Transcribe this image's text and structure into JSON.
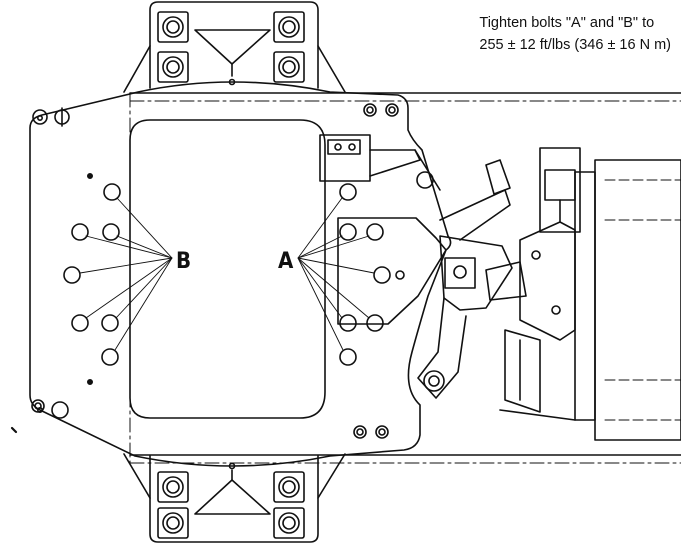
{
  "instruction": {
    "line1": "Tighten bolts \"A\" and \"B\" to",
    "line2": "255 ± 12 ft/lbs (346 ± 16 N m)"
  },
  "labels": {
    "bolt_group_a": "A",
    "bolt_group_b": "B"
  },
  "colors": {
    "ink": "#111111",
    "paper": "#ffffff"
  }
}
